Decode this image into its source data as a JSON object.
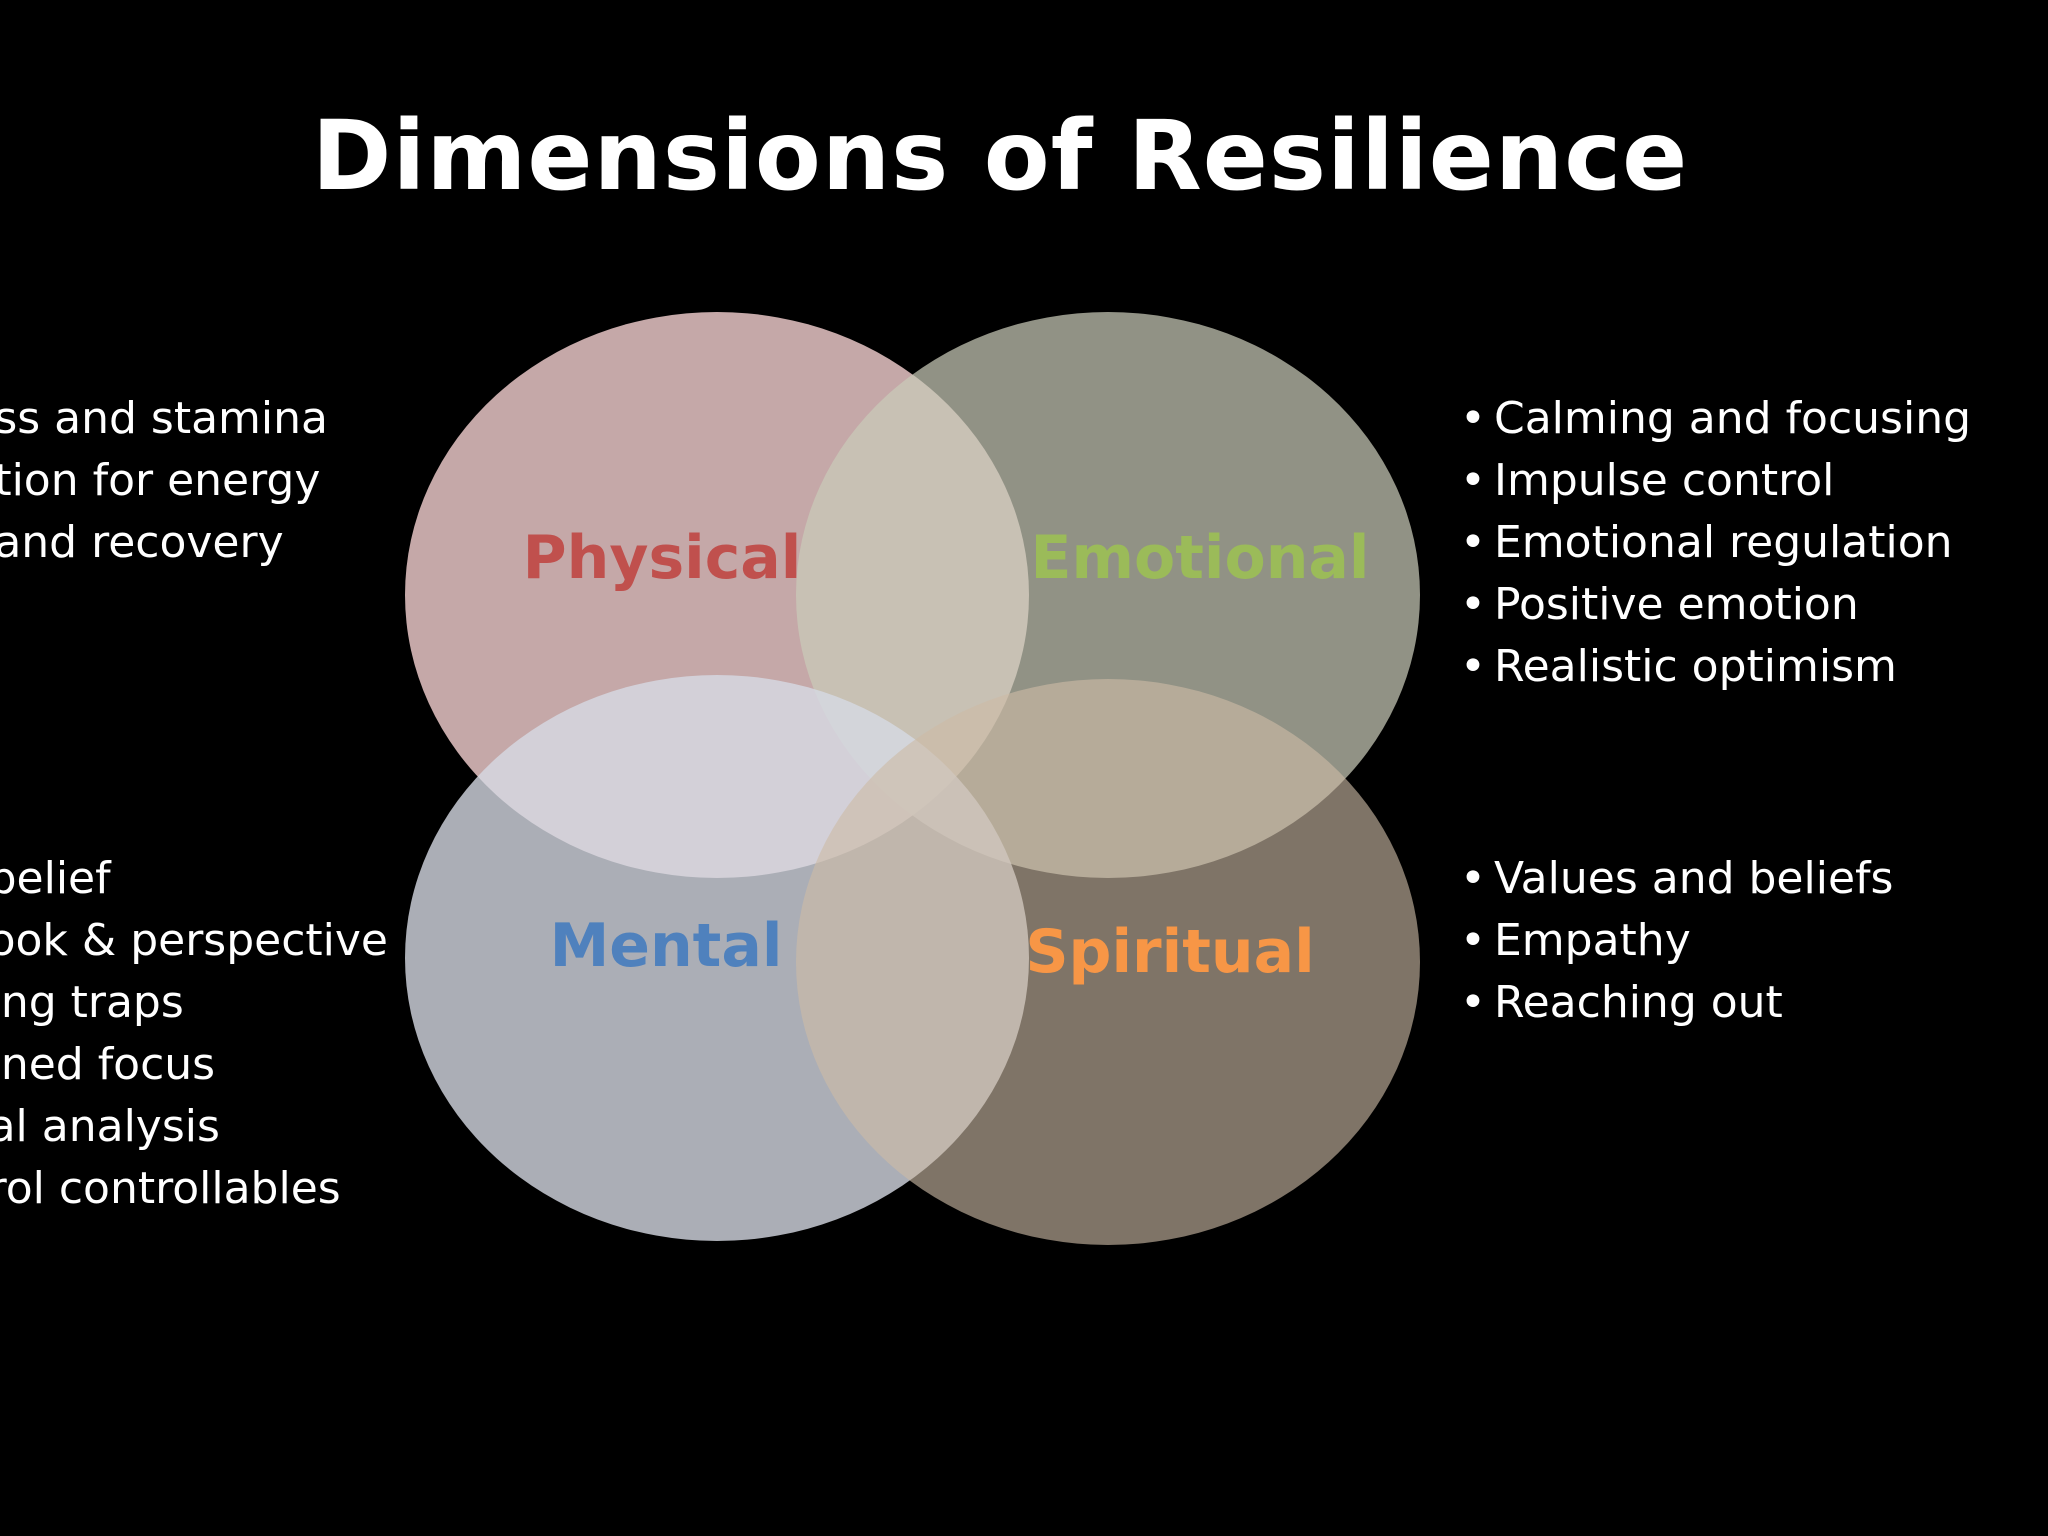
{
  "title": "Dimensions of Resilience",
  "colors": {
    "background": "#000000",
    "physical_fill": "#e8c6c6",
    "emotional_fill": "#bdbfae",
    "mental_fill": "#d3d6df",
    "spiritual_fill": "#c4b4a0",
    "physical_label": "#c0504d",
    "emotional_label": "#9bbb59",
    "mental_label": "#4f81bd",
    "spiritual_label": "#f79646"
  },
  "circles": {
    "physical": "Physical",
    "emotional": "Emotional",
    "mental": "Mental",
    "spiritual": "Spiritual"
  },
  "lists": {
    "physical": [
      "ss and stamina",
      "tion for energy",
      "and recovery"
    ],
    "emotional": [
      "Calming and focusing",
      "Impulse control",
      "Emotional regulation",
      "Positive emotion",
      "Realistic optimism"
    ],
    "mental": [
      "belief",
      "ook & perspective",
      "ing traps",
      "ined focus",
      "al analysis",
      "rol controllables"
    ],
    "spiritual": [
      "Values and  beliefs",
      "Empathy",
      "Reaching out"
    ]
  }
}
